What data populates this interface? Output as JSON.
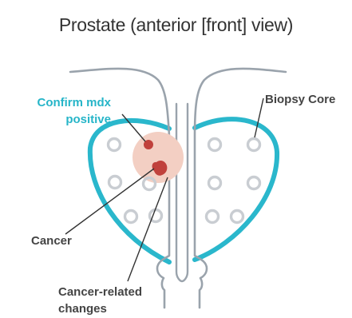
{
  "title": "Prostate (anterior [front] view)",
  "labels": {
    "confirm_line1": "Confirm mdx",
    "confirm_line2": "positive",
    "biopsy_core": "Biopsy Core",
    "cancer": "Cancer",
    "cancer_related_line1": "Cancer-related",
    "cancer_related_line2": "changes"
  },
  "colors": {
    "prostate_outline": "#2ab7cc",
    "urethra_outline": "#9aa3ac",
    "biopsy_circle": "#c9cdd2",
    "highlight": "#f3cfc3",
    "cancer": "#c0413c",
    "confirm_label": "#26b5c8",
    "text": "#444444"
  }
}
